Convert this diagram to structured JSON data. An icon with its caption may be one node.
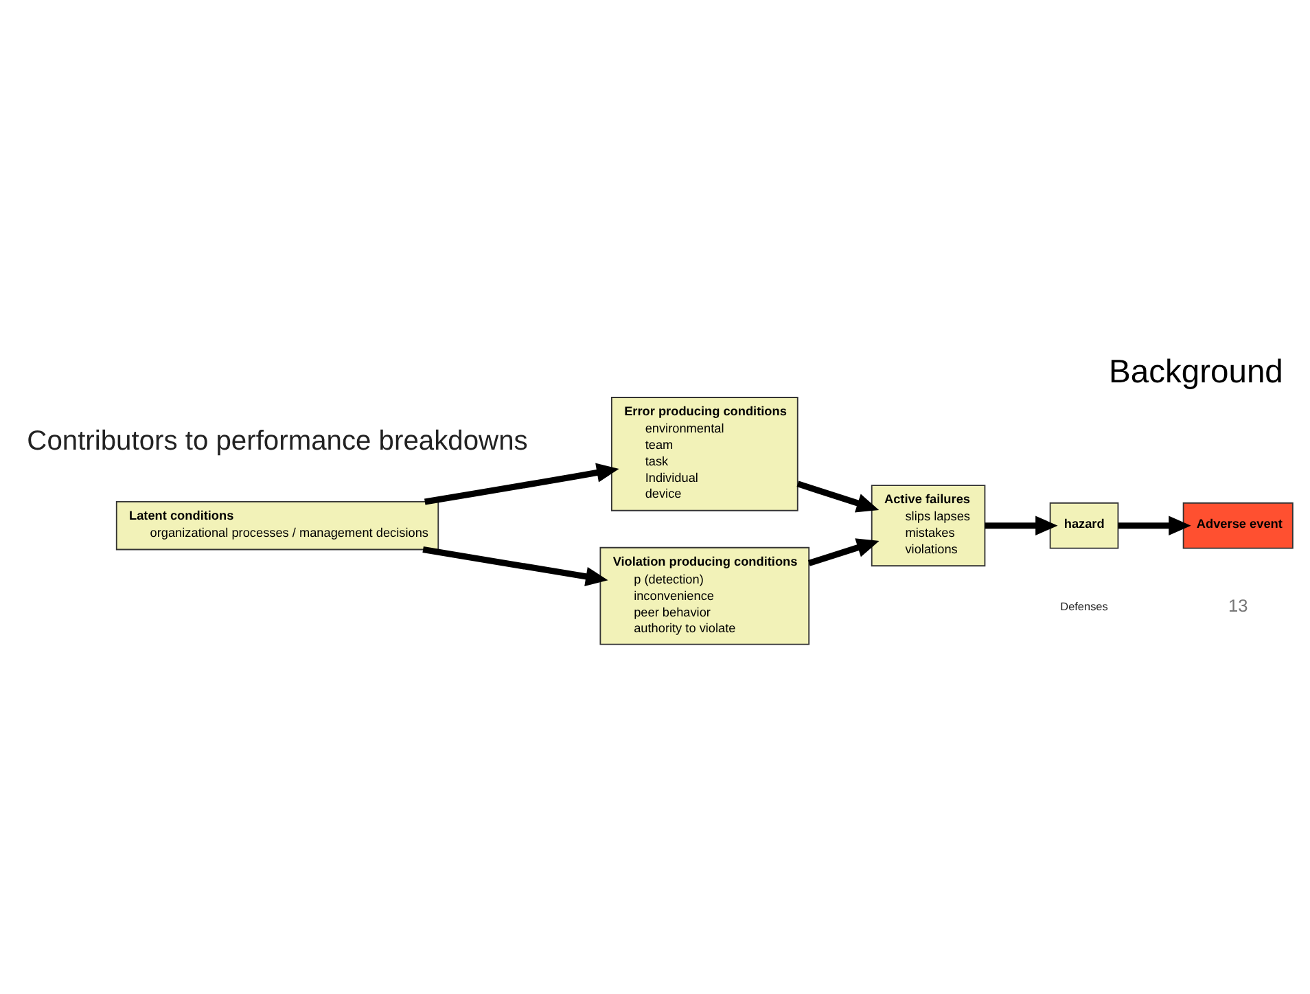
{
  "diagram": {
    "title": "Background",
    "nodes": [
      {
        "text": [
          "Latent conditions",
          "organizational processes / management decisions"
        ]
      },
      {
        "text": [
          "Error producing conditions",
          "environmental",
          "team",
          "task",
          "Individual",
          "device"
        ]
      },
      {
        "text": [
          "Violation producing conditions",
          "p (detection)",
          "inconvenience",
          "peer behavior",
          "authority to violate"
        ]
      },
      {
        "text": [
          "Active failures",
          "slips lapses",
          "mistakes",
          "violations"
        ]
      },
      {
        "text": [
          "hazard"
        ]
      },
      {
        "text": [
          "Adverse event"
        ]
      }
    ],
    "edges": [
      {
        "from": 0,
        "to": 1,
        "arrow": "to"
      },
      {
        "from": 0,
        "to": 2,
        "arrow": "to"
      },
      {
        "from": 1,
        "to": 3,
        "arrow": "to"
      },
      {
        "from": 2,
        "to": 3,
        "arrow": "to"
      },
      {
        "from": 3,
        "to": 4,
        "arrow": "to"
      },
      {
        "from": 4,
        "to": 5,
        "arrow": "to"
      }
    ],
    "labels": [
      "Contributors to performance breakdowns",
      "Defenses",
      "13"
    ]
  }
}
